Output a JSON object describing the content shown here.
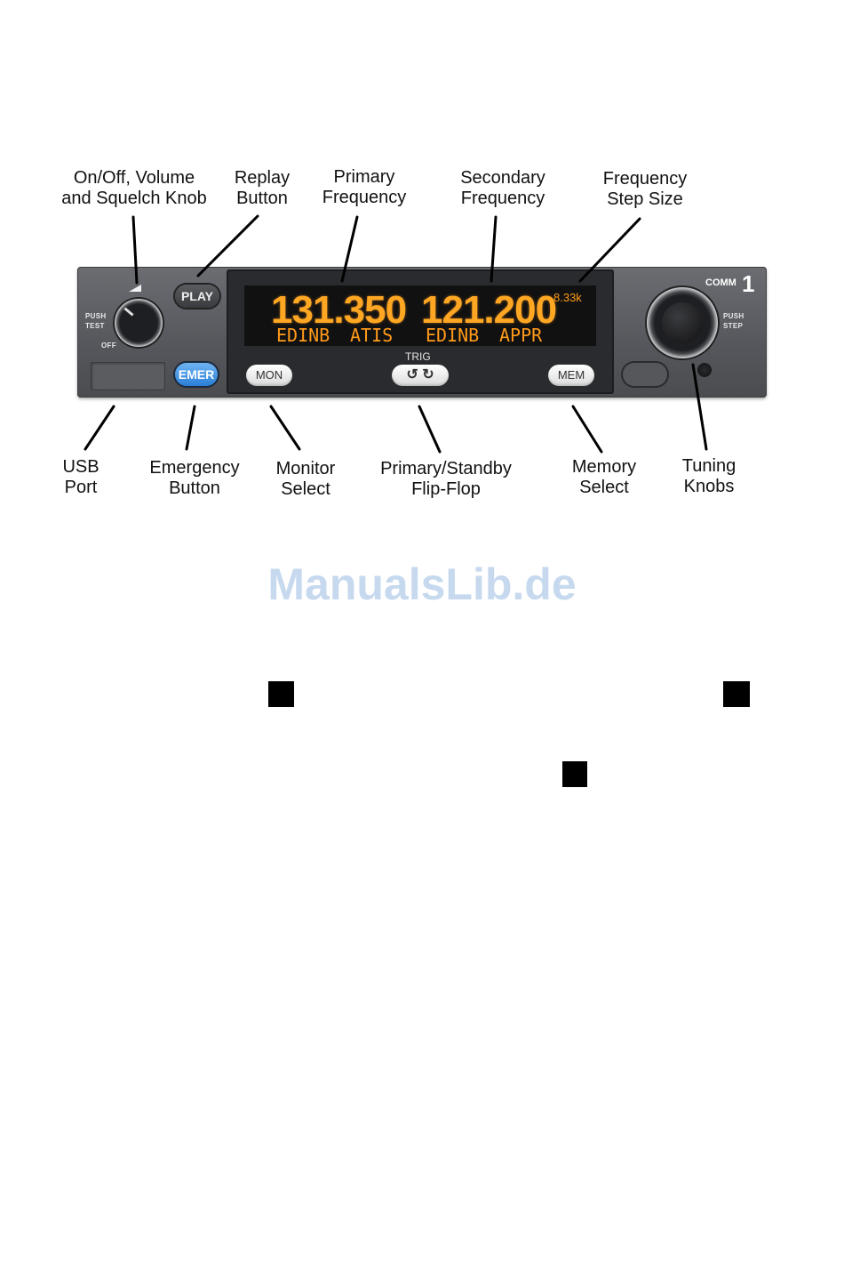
{
  "callouts": {
    "power_knob": [
      "On/Off, Volume",
      "and Squelch Knob"
    ],
    "replay": [
      "Replay",
      "Button"
    ],
    "primary_freq": [
      "Primary",
      "Frequency"
    ],
    "secondary_freq": [
      "Secondary",
      "Frequency"
    ],
    "step_size": [
      "Frequency",
      "Step Size"
    ],
    "usb": [
      "USB",
      "Port"
    ],
    "emergency": [
      "Emergency",
      "Button"
    ],
    "monitor": [
      "Monitor",
      "Select"
    ],
    "flip_flop": [
      "Primary/Standby",
      "Flip-Flop"
    ],
    "memory": [
      "Memory",
      "Select"
    ],
    "tuning": [
      "Tuning",
      "Knobs"
    ]
  },
  "radio": {
    "primary_frequency": "131.350",
    "primary_station": "EDINB",
    "primary_service": "ATIS",
    "standby_frequency": "121.200",
    "standby_station": "EDINB",
    "standby_service": "APPR",
    "step_size": "8.33k",
    "comm_label": "COMM",
    "comm_number": "1",
    "play_label": "PLAY",
    "emer_label": "EMER",
    "mon_label": "MON",
    "trig_label": "TRIG",
    "flip_symbol": "↺ ↻",
    "mem_label": "MEM",
    "left_knob_labels": {
      "push": "PUSH",
      "test": "TEST",
      "off": "OFF"
    },
    "right_knob_labels": {
      "push": "PUSH",
      "step": "STEP"
    }
  },
  "colors": {
    "display_text": "#ffa622",
    "emer_button": "#2a7fd8",
    "panel": "#55575c"
  },
  "watermark": "ManualsLib.de"
}
